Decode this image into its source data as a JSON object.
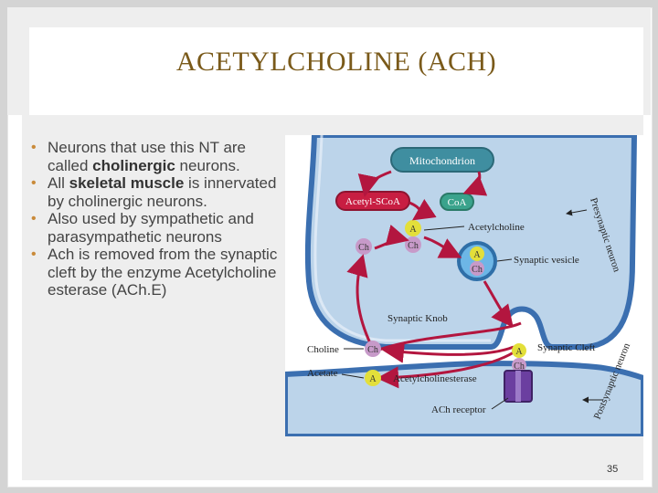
{
  "slide": {
    "title": "ACETYLCHOLINE (ACH)",
    "bullets": [
      {
        "pre": "Neurons that use this NT are called ",
        "bold": "cholinergic",
        "post": " neurons."
      },
      {
        "pre": "All ",
        "bold": "skeletal muscle",
        "post": " is innervated by cholinergic neurons."
      },
      {
        "pre": "Also used by sympathetic and parasympathetic neurons",
        "bold": "",
        "post": ""
      },
      {
        "pre": "Ach is removed from the synaptic cleft by the enzyme Acetylcholine esterase (ACh.E)",
        "bold": "",
        "post": ""
      }
    ],
    "page_number": "35"
  },
  "diagram": {
    "mitochondrion": "Mitochondrion",
    "acetyl_scoa": "Acetyl-SCoA",
    "coa": "CoA",
    "acetylcholine": "Acetylcholine",
    "presynaptic_neuron": "Presynaptic neuron",
    "synaptic_vesicle": "Synaptic vesicle",
    "synaptic_knob": "Synaptic Knob",
    "choline": "Choline",
    "synaptic_cleft": "Synaptic Cleft",
    "acetate": "Acetate",
    "acetylcholinesterase": "Acetylcholinesterase",
    "postsynaptic_neuron": "Postsynaptic neuron",
    "ach_receptor": "ACh receptor",
    "ch": "Ch",
    "a": "A",
    "colors": {
      "neuron_fill": "#bcd4ea",
      "neuron_edge": "#3b6fb0",
      "arrow": "#b3163f",
      "choline_ball": "#c79ac9",
      "acetate_ball": "#e3df3a",
      "mitochondrion": "#3f8ea0",
      "acetyl_scoa": "#c81e42",
      "coa": "#3aa38c"
    }
  }
}
